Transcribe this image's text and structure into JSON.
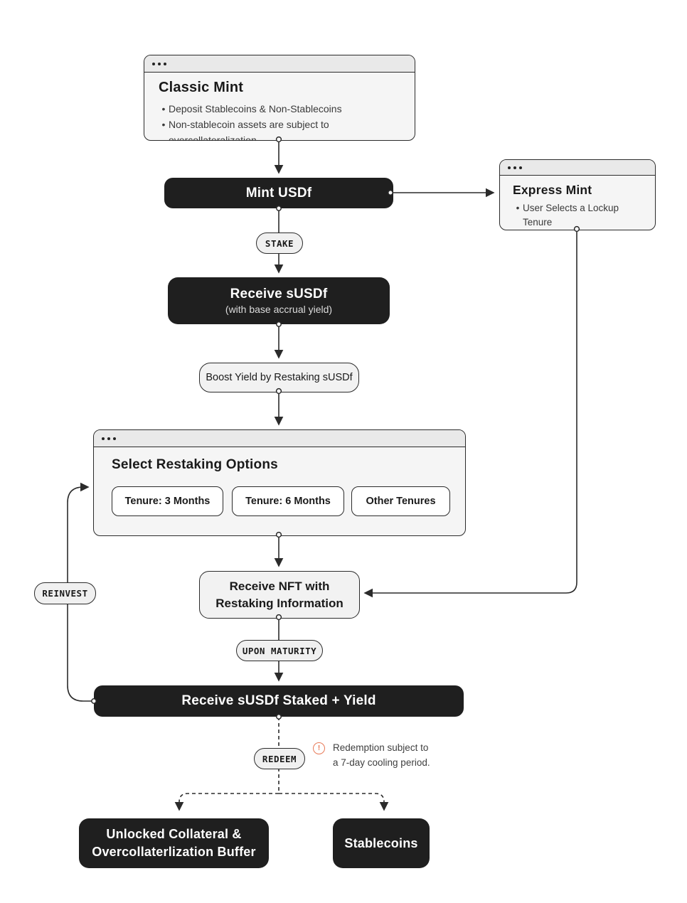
{
  "diagram": {
    "classic_mint": {
      "title": "Classic Mint",
      "bullets": [
        "Deposit Stablecoins & Non-Stablecoins",
        "Non-stablecoin assets are subject to overcollateralization"
      ]
    },
    "mint_usdf": {
      "label": "Mint USDf"
    },
    "express_mint": {
      "title": "Express Mint",
      "bullets": [
        "User Selects a Lockup Tenure"
      ]
    },
    "stake_pill": "STAKE",
    "receive_susdf": {
      "title": "Receive sUSDf",
      "subtitle": "(with base accrual yield)"
    },
    "boost_pill": "Boost Yield by Restaking sUSDf",
    "restaking": {
      "title": "Select Restaking Options",
      "options": [
        "Tenure: 3 Months",
        "Tenure: 6 Months",
        "Other Tenures"
      ]
    },
    "reinvest_pill": "REINVEST",
    "receive_nft": {
      "line1": "Receive NFT with",
      "line2": "Restaking Information"
    },
    "maturity_pill": "UPON MATURITY",
    "receive_staked": {
      "label": "Receive sUSDf Staked + Yield"
    },
    "redeem_pill": "REDEEM",
    "redemption_note": {
      "icon_glyph": "!",
      "line1": "Redemption subject to",
      "line2": "a 7-day cooling period."
    },
    "outputs": {
      "collateral": {
        "line1": "Unlocked Collateral &",
        "line2": "Overcollaterlization Buffer"
      },
      "stablecoins": {
        "label": "Stablecoins"
      }
    },
    "colors": {
      "node_dark": "#1f1f1f",
      "window_body": "#f5f5f5",
      "window_header": "#e9e9e9",
      "border": "#2b2b2b",
      "pill_bg": "#f0f0f0",
      "warning_accent": "#e87a58"
    }
  }
}
